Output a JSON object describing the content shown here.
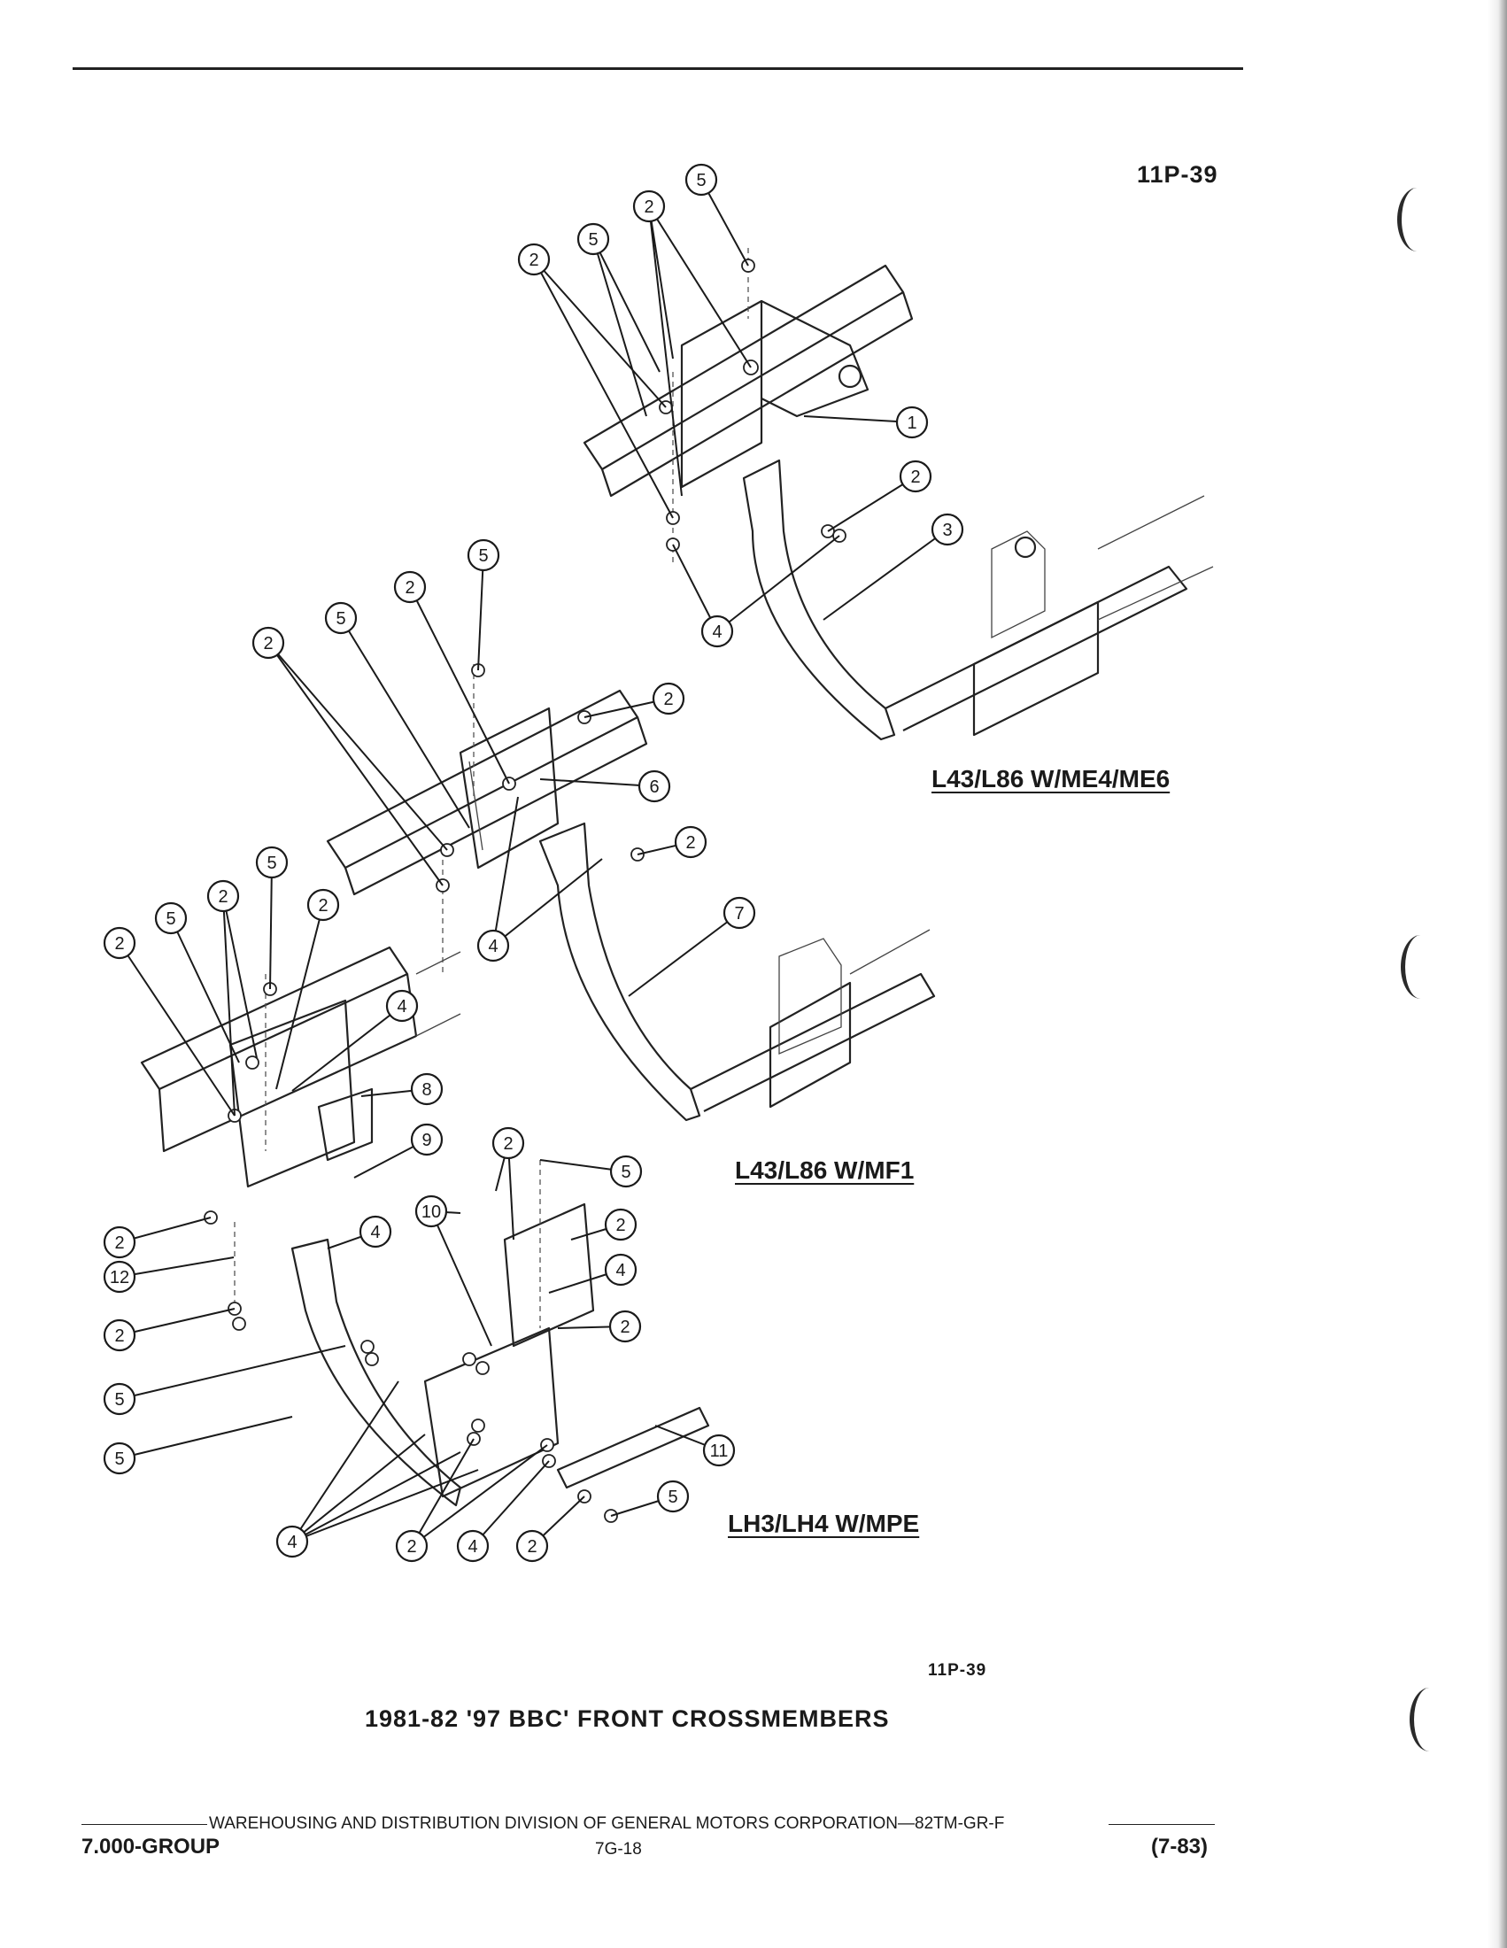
{
  "figure_id_top": "11P-39",
  "figure_id_bottom": "11P-39",
  "sections": [
    {
      "label": "L43/L86 W/ME4/ME6"
    },
    {
      "label": "L43/L86 W/MF1"
    },
    {
      "label": "LH3/LH4 W/MPE"
    }
  ],
  "caption": "1981-82 '97 BBC' FRONT CROSSMEMBERS",
  "footer": {
    "division": "WAREHOUSING AND DISTRIBUTION DIVISION OF GENERAL MOTORS CORPORATION—82TM-GR-F",
    "group": "7.000-GROUP",
    "page": "7G-18",
    "date": "(7-83)"
  },
  "callouts": {
    "top": [
      "5",
      "2",
      "5",
      "2",
      "1",
      "2",
      "3",
      "4"
    ],
    "middle": [
      "5",
      "2",
      "5",
      "2",
      "2",
      "6",
      "2",
      "7",
      "4"
    ],
    "bottom": [
      "5",
      "2",
      "2",
      "5",
      "2",
      "4",
      "8",
      "9",
      "5",
      "2",
      "4",
      "2",
      "12",
      "2",
      "5",
      "5",
      "10",
      "2",
      "4",
      "2",
      "11",
      "5",
      "4",
      "2",
      "4",
      "2"
    ]
  },
  "colors": {
    "ink": "#1a1a1a",
    "paper": "#ffffff"
  }
}
